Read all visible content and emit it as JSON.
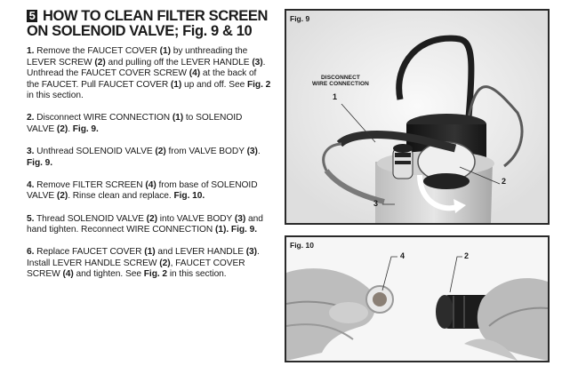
{
  "section": {
    "number": "5",
    "title_line1": "HOW TO CLEAN FILTER SCREEN",
    "title_line2": "ON SOLENOID VALVE; Fig. 9 & 10"
  },
  "steps": [
    {
      "num": "1.",
      "parts": [
        {
          "t": " Remove the FAUCET COVER "
        },
        {
          "b": "(1)"
        },
        {
          "t": " by unthreading the LEVER SCREW "
        },
        {
          "b": "(2)"
        },
        {
          "t": " and pulling off the LEVER HANDLE "
        },
        {
          "b": "(3)"
        },
        {
          "t": ". Unthread the FAUCET COVER SCREW "
        },
        {
          "b": "(4)"
        },
        {
          "t": " at the back of the FAUCET. Pull FAUCET COVER "
        },
        {
          "b": "(1)"
        },
        {
          "t": " up and off. See "
        },
        {
          "b": "Fig. 2"
        },
        {
          "t": " in this section."
        }
      ]
    },
    {
      "num": "2.",
      "parts": [
        {
          "t": " Disconnect  WIRE CONNECTION "
        },
        {
          "b": "(1)"
        },
        {
          "t": " to SOLENOID VALVE "
        },
        {
          "b": "(2)"
        },
        {
          "t": ". "
        },
        {
          "b": "Fig. 9."
        }
      ]
    },
    {
      "num": "3.",
      "parts": [
        {
          "t": " Unthread SOLENOID VALVE "
        },
        {
          "b": "(2)"
        },
        {
          "t": " from VALVE BODY "
        },
        {
          "b": "(3)"
        },
        {
          "t": ". "
        },
        {
          "b": "Fig. 9."
        }
      ]
    },
    {
      "num": "4.",
      "parts": [
        {
          "t": " Remove FILTER SCREEN "
        },
        {
          "b": "(4)"
        },
        {
          "t": " from base of SOLENOID VALVE "
        },
        {
          "b": "(2)"
        },
        {
          "t": ". Rinse clean and replace. "
        },
        {
          "b": "Fig. 10."
        }
      ]
    },
    {
      "num": "5.",
      "parts": [
        {
          "t": " Thread SOLENOID VALVE "
        },
        {
          "b": "(2)"
        },
        {
          "t": " into VALVE BODY "
        },
        {
          "b": "(3)"
        },
        {
          "t": " and hand tighten. Reconnect WIRE CONNECTION "
        },
        {
          "b": "(1)."
        },
        {
          "t": " "
        },
        {
          "b": "Fig. 9."
        }
      ]
    },
    {
      "num": "6.",
      "parts": [
        {
          "t": " Replace FAUCET COVER "
        },
        {
          "b": "(1)"
        },
        {
          "t": " and LEVER HANDLE "
        },
        {
          "b": "(3)"
        },
        {
          "t": ". Install LEVER HANDLE SCREW "
        },
        {
          "b": "(2)"
        },
        {
          "t": ", FAUCET COVER SCREW "
        },
        {
          "b": "(4)"
        },
        {
          "t": " and tighten. See "
        },
        {
          "b": "Fig. 2"
        },
        {
          "t": " in this section."
        }
      ]
    }
  ],
  "figures": {
    "fig9": {
      "label": "Fig. 9",
      "caption_line1": "DISCONNECT",
      "caption_line2": "WIRE CONNECTION",
      "callouts": {
        "c1": "1",
        "c2": "2",
        "c3": "3"
      }
    },
    "fig10": {
      "label": "Fig. 10",
      "callouts": {
        "c4": "4",
        "c2": "2"
      }
    }
  }
}
